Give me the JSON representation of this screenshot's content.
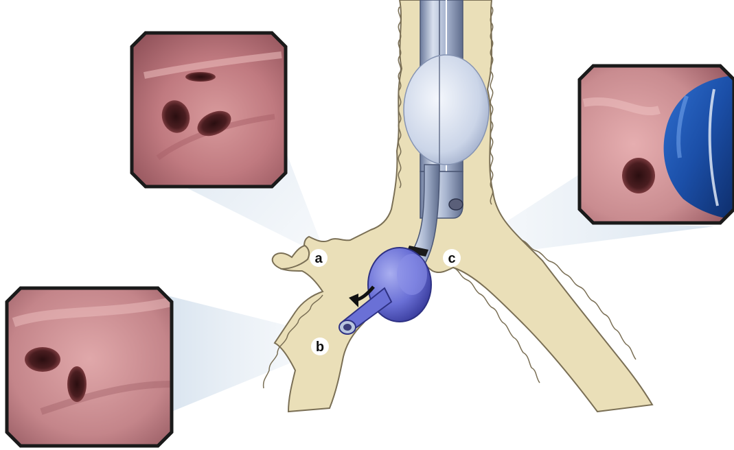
{
  "labels": {
    "a": "a",
    "b": "b",
    "c": "c"
  },
  "insets": {
    "a": "bronchoscopic-view-a",
    "b": "bronchoscopic-view-b",
    "c": "bronchoscopic-view-c"
  },
  "colors": {
    "airway": "#EADFB8",
    "airway_outline": "#7A6F55",
    "tube": "#B9C6DE",
    "blocker_balloon": "#6B72D8",
    "mucosa": "#C9868A",
    "inset_frame": "#1a1a1a",
    "label_circle": "#ffffff"
  }
}
